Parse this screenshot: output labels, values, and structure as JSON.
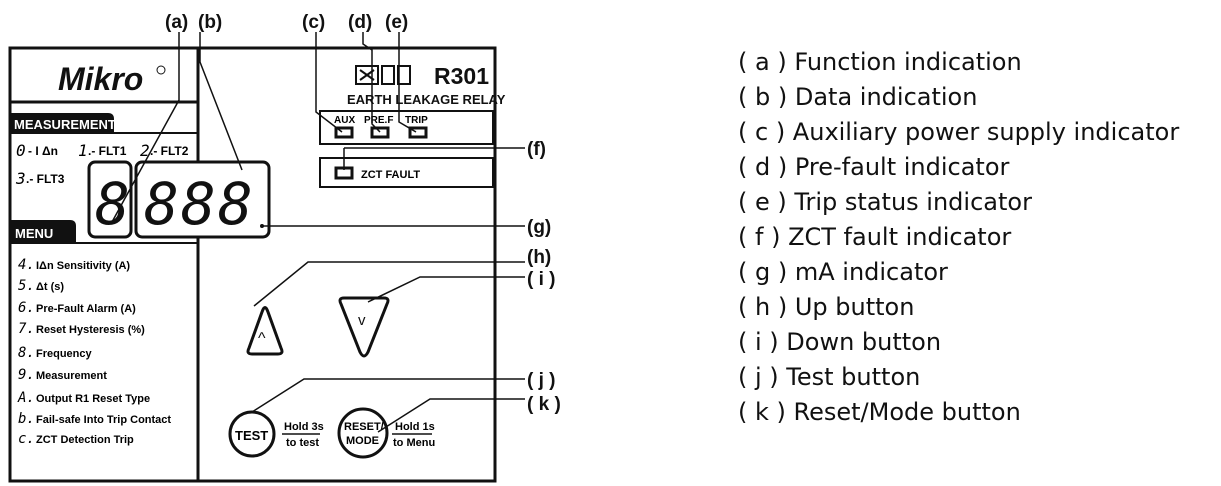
{
  "callouts": {
    "a": "(a)",
    "b": "(b)",
    "c": "(c)",
    "d": "(d)",
    "e": "(e)",
    "f": "(f)",
    "g": "(g)",
    "h": "(h)",
    "i": "( i )",
    "j": "( j )",
    "k": "( k )"
  },
  "panel": {
    "brand": "Mikro",
    "model": "R301",
    "product": "EARTH LEAKAGE RELAY",
    "measurement_header": "MEASUREMENT",
    "measurement_items": {
      "m0_code": "0",
      "m0_label": "- I Δn",
      "m1_code": "1",
      "m1_label": ".- FLT1",
      "m2_code": "2",
      "m2_label": ".- FLT2",
      "m3_code": "3",
      "m3_label": ".- FLT3"
    },
    "menu_header": "MENU",
    "menu_items": [
      {
        "code": "4.",
        "label": "IΔn Sensitivity (A)"
      },
      {
        "code": "5.",
        "label": "Δt (s)"
      },
      {
        "code": "6.",
        "label": "Pre-Fault Alarm (A)"
      },
      {
        "code": "7.",
        "label": "Reset Hysteresis (%)"
      },
      {
        "code": "8.",
        "label": "Frequency"
      },
      {
        "code": "9.",
        "label": "Measurement"
      },
      {
        "code": "A.",
        "label": "Output R1 Reset Type"
      },
      {
        "code": "b.",
        "label": "Fail-safe Into Trip Contact"
      },
      {
        "code": "c.",
        "label": "ZCT Detection Trip"
      }
    ],
    "display_function": "8",
    "display_data": "888",
    "indicators": {
      "aux": "AUX",
      "prefault": "PRE.F",
      "trip": "TRIP"
    },
    "zct_fault": "ZCT FAULT",
    "test_button": "TEST",
    "test_hint_top": "Hold 3s",
    "test_hint_bottom": "to test",
    "reset_button_line1": "RESET/",
    "reset_button_line2": "MODE",
    "reset_hint_top": "Hold 1s",
    "reset_hint_bottom": "to Menu"
  },
  "legend": [
    "( a ) Function indication",
    "( b ) Data indication",
    "( c ) Auxiliary power supply indicator",
    "( d ) Pre-fault indicator",
    "( e ) Trip status indicator",
    "( f )  ZCT fault indicator",
    "( g ) mA indicator",
    "( h ) Up button",
    "( i ) Down button",
    "( j ) Test button",
    "( k ) Reset/Mode button"
  ]
}
